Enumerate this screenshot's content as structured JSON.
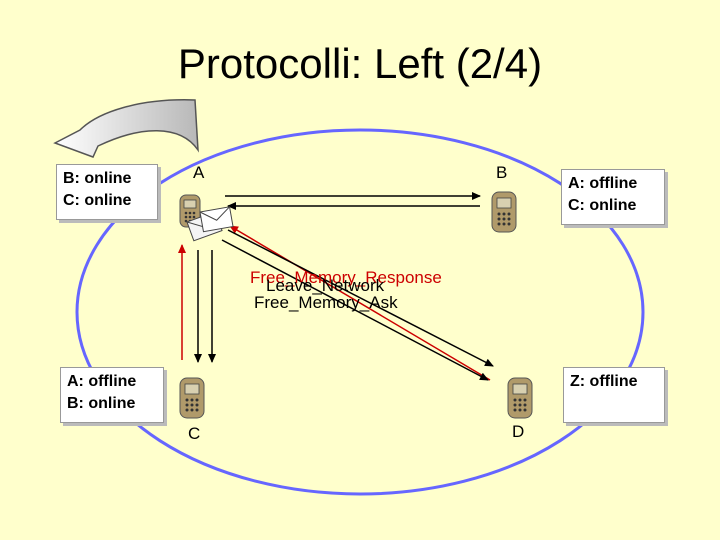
{
  "title": "Protocolli: Left (2/4)",
  "nodes": {
    "a": "A",
    "b": "B",
    "c": "C",
    "d": "D"
  },
  "notes": {
    "left_top": [
      "B: online",
      "C: online"
    ],
    "right_top": [
      "A: offline",
      "C: online"
    ],
    "left_bottom": [
      "A: offline",
      "B: online"
    ],
    "right_bottom": [
      "Z: offline"
    ]
  },
  "messages": {
    "response": "Free_Memory_Response",
    "leave": "Leave_Network",
    "ask": "Free_Memory_Ask"
  },
  "colors": {
    "background": "#ffffcc",
    "ring": "#6666ff",
    "response_arrow": "#cc0000",
    "normal_arrow": "#000000",
    "phone": "#b09a6a"
  },
  "icons": {
    "phone": "mobile-phone-icon",
    "envelope": "envelope-icon",
    "curved_arrow": "curved-arrow-icon"
  }
}
